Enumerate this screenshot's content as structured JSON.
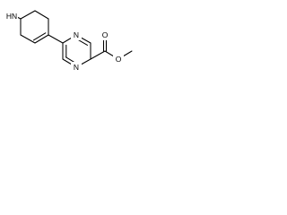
{
  "molecule": {
    "atoms": {
      "nh": "HN",
      "n_top": "N",
      "n_bottom": "N",
      "o_carbonyl": "O",
      "o_ester": "O"
    },
    "bond_color": "#000000",
    "label_color": "#000000",
    "background": "#ffffff"
  }
}
